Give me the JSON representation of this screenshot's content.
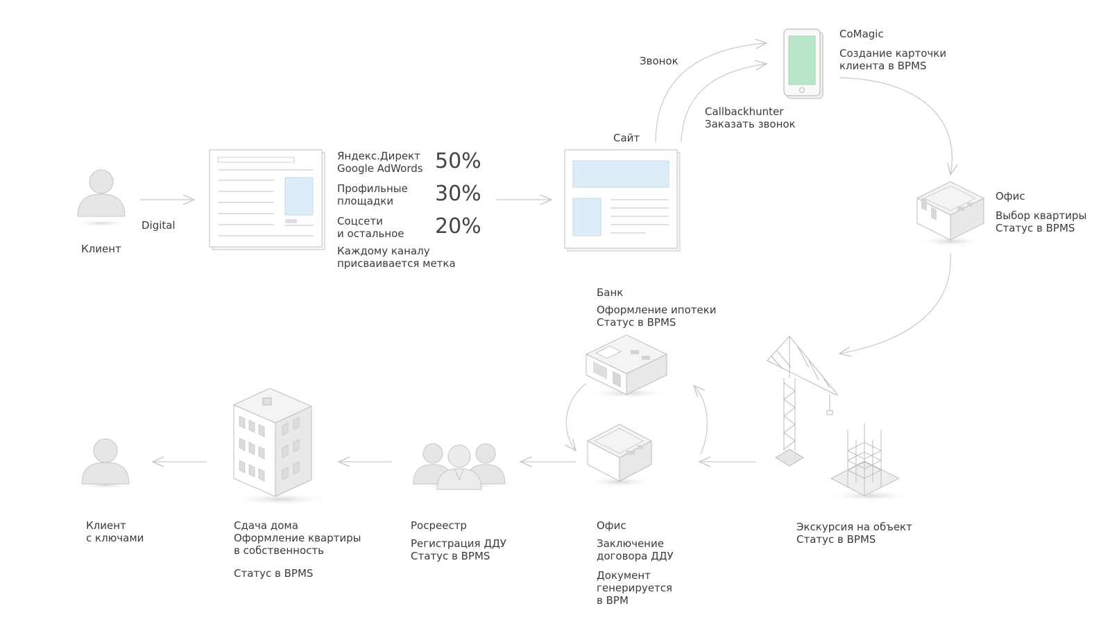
{
  "diagram": {
    "colors": {
      "line": "#c9c9c9",
      "icon_fill": "#e6e6e6",
      "icon_stroke": "#bdbdbd",
      "screen_blue": "#dcedf7",
      "phone_green": "#b9e6c9"
    },
    "nodes": {
      "client": {
        "icon": "person-icon",
        "label": "Клиент"
      },
      "digital_edge": {
        "label": "Digital"
      },
      "ads_page": {
        "icon": "webpage-icon",
        "channels": [
          {
            "label": "Яндекс.Директ\nGoogle AdWords",
            "percent": "50%"
          },
          {
            "label": "Профильные\nплощадки",
            "percent": "30%"
          },
          {
            "label": "Соцсети\nи остальное",
            "percent": "20%"
          }
        ],
        "note": "Каждому каналу\nприсваивается метка"
      },
      "site": {
        "icon": "website-icon",
        "label": "Сайт"
      },
      "call_edge": {
        "label": "Звонок"
      },
      "callback_edge": {
        "label": "Callbackhunter\nЗаказать звонок"
      },
      "comagic": {
        "icon": "phone-icon",
        "title": "CoMagic",
        "desc": "Создание карточки\nклиента в BPMS"
      },
      "office_1": {
        "icon": "office-building-icon",
        "title": "Офис",
        "desc": "Выбор квартиры\nСтатус в BPMS"
      },
      "excursion": {
        "icon": "construction-site-icon",
        "desc": "Экскурсия на объект\nСтатус в BPMS"
      },
      "bank": {
        "icon": "bank-building-icon",
        "title": "Банк",
        "desc": "Оформление ипотеки\nСтатус в BPMS"
      },
      "office_2": {
        "icon": "office-building-icon",
        "title": "Офис",
        "desc": "Заключение\nдоговора ДДУ",
        "note": "Документ\nгенерируется\nв BPM"
      },
      "rosreestr": {
        "icon": "people-group-icon",
        "title": "Росреестр",
        "desc": "Регистрация ДДУ\nСтатус в BPMS"
      },
      "handover": {
        "icon": "apartment-building-icon",
        "desc": "Сдача дома\nОформление квартиры\nв собственность",
        "note": "Статус в BPMS"
      },
      "client_keys": {
        "icon": "person-icon",
        "label": "Клиент\nс ключами"
      }
    }
  }
}
